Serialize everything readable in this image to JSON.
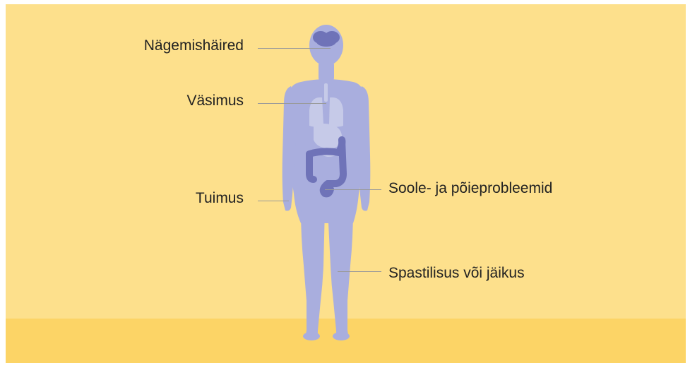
{
  "colors": {
    "background": "#fde08c",
    "floor": "#fcd466",
    "body": "#a9aede",
    "organs_light": "#c6cae8",
    "organs_dark": "#6f73b8",
    "leader_line": "#9a9a9a",
    "text": "#222222"
  },
  "labels": {
    "vision": "Nägemishäired",
    "fatigue": "Väsimus",
    "numbness": "Tuimus",
    "bowel_bladder": "Soole- ja põieprobleemid",
    "spasticity": "Spastilisus või jäikus"
  }
}
